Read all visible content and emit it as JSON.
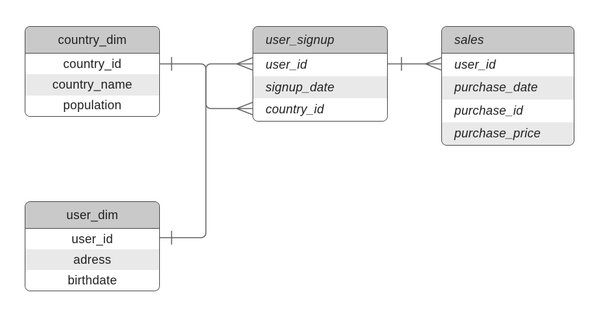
{
  "diagram": {
    "kind": "entity-relationship-diagram",
    "colors": {
      "canvas_bg": "#ffffff",
      "border": "#4d4d4d",
      "header_fill": "#c9c9c9",
      "row_fill": "#ffffff",
      "row_alt_fill": "#e9e9e9",
      "line": "#666666",
      "text": "#1f1f1f"
    },
    "tables": {
      "country_dim": {
        "title": "country_dim",
        "fields": [
          "country_id",
          "country_name",
          "population"
        ]
      },
      "user_dim": {
        "title": "user_dim",
        "fields": [
          "user_id",
          "adress",
          "birthdate"
        ]
      },
      "user_signup": {
        "title": "user_signup",
        "fields": [
          "user_id",
          "signup_date",
          "country_id"
        ]
      },
      "sales": {
        "title": "sales",
        "fields": [
          "user_id",
          "purchase_date",
          "purchase_id",
          "purchase_price"
        ]
      }
    },
    "relationships": [
      {
        "from": "country_dim.country_id",
        "to": "user_signup.country_id",
        "from_cardinality": "one",
        "to_cardinality": "many"
      },
      {
        "from": "user_dim.user_id",
        "to": "user_signup.user_id",
        "from_cardinality": "one",
        "to_cardinality": "many"
      },
      {
        "from": "user_signup.user_id",
        "to": "sales.user_id",
        "from_cardinality": "one",
        "to_cardinality": "many"
      }
    ]
  }
}
